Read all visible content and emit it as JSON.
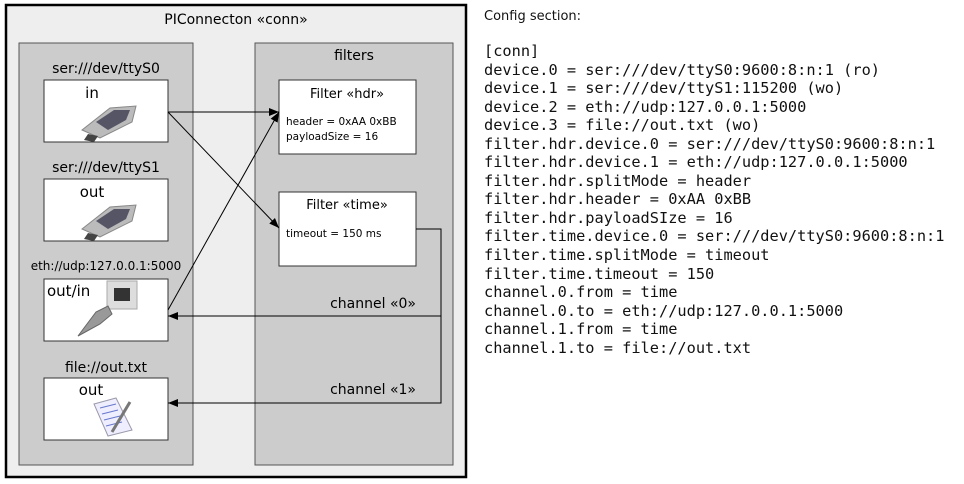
{
  "diagram": {
    "title": "PIConnecton «conn»",
    "devices_panel": {
      "devices": [
        {
          "label": "ser:///dev/ttyS0",
          "mode": "in",
          "icon": "serial-port-icon"
        },
        {
          "label": "ser:///dev/ttyS1",
          "mode": "out",
          "icon": "serial-port-icon"
        },
        {
          "label": "eth://udp:127.0.0.1:5000",
          "mode": "out/in",
          "icon": "ethernet-port-icon"
        },
        {
          "label": "file://out.txt",
          "mode": "out",
          "icon": "text-file-icon"
        }
      ]
    },
    "filters_panel": {
      "title": "filters",
      "filters": [
        {
          "title": "Filter «hdr»",
          "params": [
            "header = 0xAA 0xBB",
            "payloadSize = 16"
          ]
        },
        {
          "title": "Filter «time»",
          "params": [
            "timeout = 150 ms"
          ]
        }
      ],
      "channels": [
        "channel «0»",
        "channel «1»"
      ]
    },
    "colors": {
      "outer_bg": "#eeeeee",
      "panel_bg": "#cccccc",
      "box_bg": "#ffffff",
      "stroke": "#000000"
    }
  },
  "config": {
    "title": "Config section:",
    "lines": [
      "[conn]",
      "device.0 = ser:///dev/ttyS0:9600:8:n:1 (ro)",
      "device.1 = ser:///dev/ttyS1:115200 (wo)",
      "device.2 = eth://udp:127.0.0.1:5000",
      "device.3 = file://out.txt (wo)",
      "filter.hdr.device.0 = ser:///dev/ttyS0:9600:8:n:1",
      "filter.hdr.device.1 = eth://udp:127.0.0.1:5000",
      "filter.hdr.splitMode = header",
      "filter.hdr.header = 0xAA 0xBB",
      "filter.hdr.payloadSIze = 16",
      "filter.time.device.0 = ser:///dev/ttyS0:9600:8:n:1",
      "filter.time.splitMode = timeout",
      "filter.time.timeout = 150",
      "channel.0.from = time",
      "channel.0.to = eth://udp:127.0.0.1:5000",
      "channel.1.from = time",
      "channel.1.to = file://out.txt"
    ]
  }
}
